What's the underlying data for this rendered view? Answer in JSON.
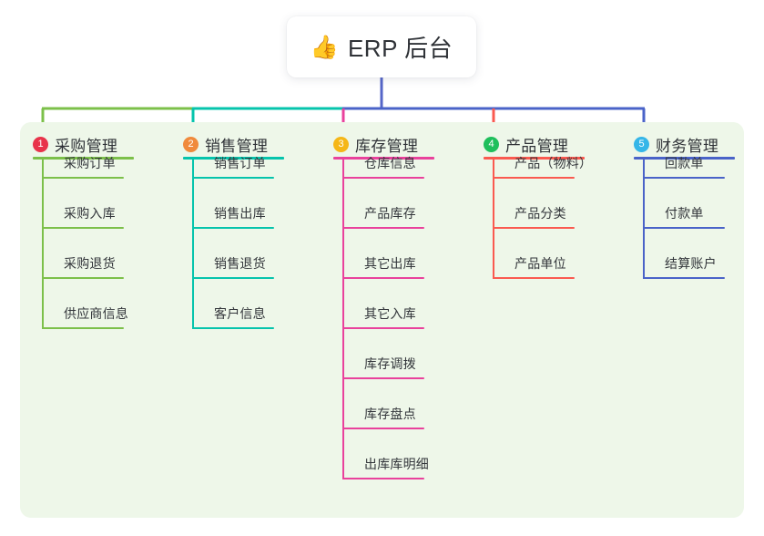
{
  "root": {
    "emoji": "👍",
    "emoji_name": "thumbs-up-icon",
    "title": "ERP 后台"
  },
  "canvas": {
    "background": "#eef7e9"
  },
  "stem_color": "#5566c8",
  "chart_data": {
    "type": "diagram",
    "title": "ERP 后台",
    "layout": "mind-map / org-tree, one root with five colored branches",
    "branches": [
      {
        "number": "1",
        "label": "采购管理",
        "color": "#7cc04a",
        "badge_color": "#e8334a",
        "children": [
          "采购订单",
          "采购入库",
          "采购退货",
          "供应商信息"
        ]
      },
      {
        "number": "2",
        "label": "销售管理",
        "color": "#06c4ac",
        "badge_color": "#f08a3c",
        "children": [
          "销售订单",
          "销售出库",
          "销售退货",
          "客户信息"
        ]
      },
      {
        "number": "3",
        "label": "库存管理",
        "color": "#e9429c",
        "badge_color": "#f5b718",
        "children": [
          "仓库信息",
          "产品库存",
          "其它出库",
          "其它入库",
          "库存调拨",
          "库存盘点",
          "出库库明细"
        ]
      },
      {
        "number": "4",
        "label": "产品管理",
        "color": "#fa5a50",
        "badge_color": "#1fbf5c",
        "children": [
          "产品（物料）",
          "产品分类",
          "产品单位"
        ]
      },
      {
        "number": "5",
        "label": "财务管理",
        "color": "#4a63c8",
        "badge_color": "#35b6e8",
        "children": [
          "回款单",
          "付款单",
          "结算账户"
        ]
      }
    ]
  }
}
